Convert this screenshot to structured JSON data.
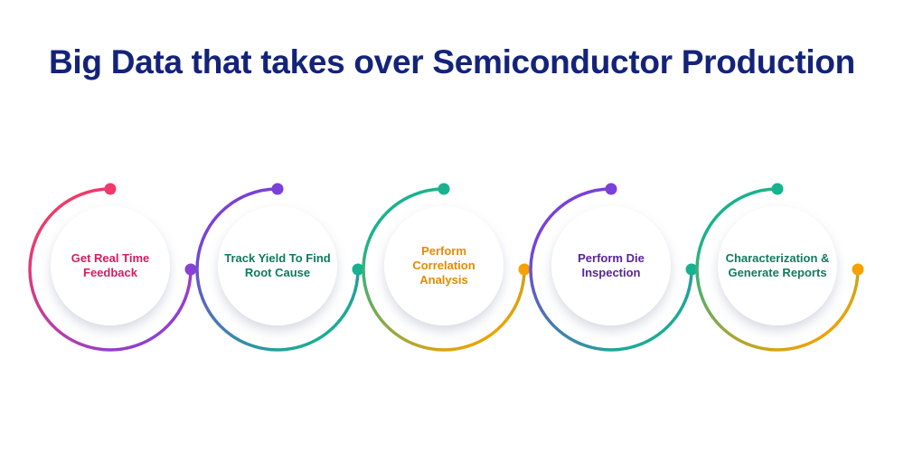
{
  "title": "Big Data that takes over Semiconductor Production",
  "steps": [
    {
      "label": "Get Real Time Feedback",
      "text_color": "#d81b60",
      "start_color": "#ef3a6a",
      "end_color": "#8a3fd6"
    },
    {
      "label": "Track Yield To Find Root Cause",
      "text_color": "#0f7a5e",
      "start_color": "#7a40d8",
      "end_color": "#15b191"
    },
    {
      "label": "Perform Correlation Analysis",
      "text_color": "#e88a00",
      "start_color": "#17b38d",
      "end_color": "#f6a100"
    },
    {
      "label": "Perform Die Inspection",
      "text_color": "#5a2399",
      "start_color": "#7a40d8",
      "end_color": "#15b191"
    },
    {
      "label": "Characterization & Generate Reports",
      "text_color": "#137a5f",
      "start_color": "#17b38d",
      "end_color": "#f6a100"
    }
  ]
}
